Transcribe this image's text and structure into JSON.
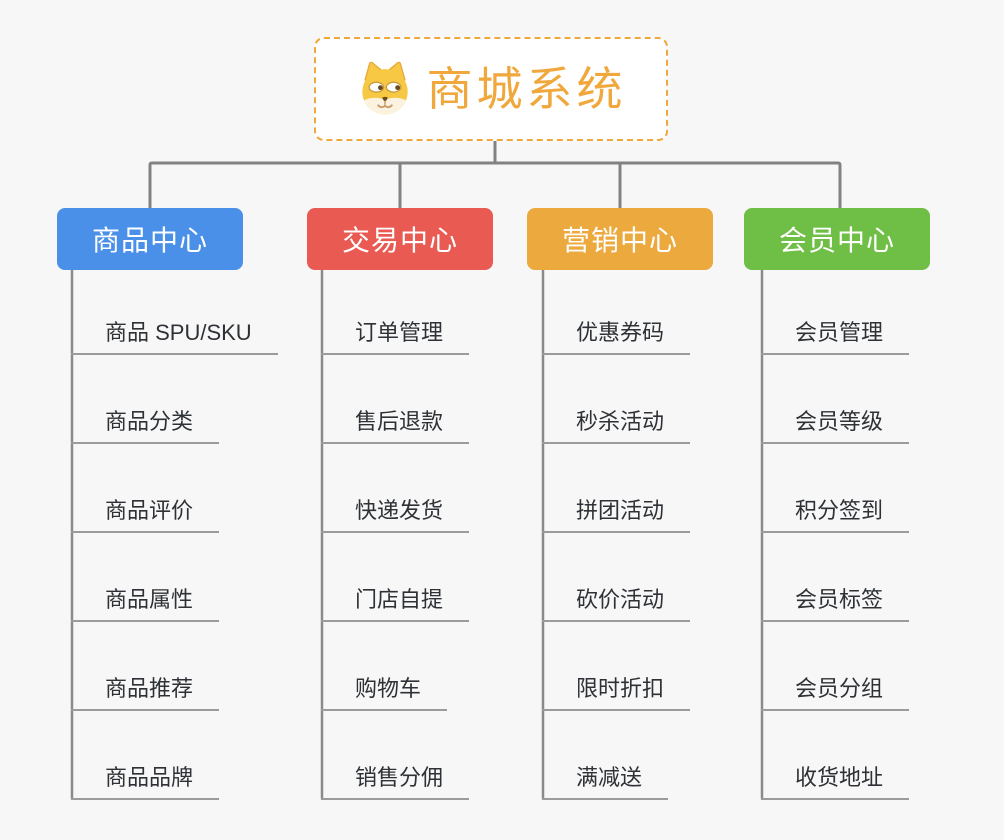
{
  "root": {
    "title": "商城系统",
    "icon": "dog-face-icon",
    "accent_color": "#f0a73c"
  },
  "connector_color": "#828282",
  "underline_color": "#9b9b9b",
  "branches": [
    {
      "label": "商品中心",
      "color": "#4a90e8",
      "children": [
        "商品 SPU/SKU",
        "商品分类",
        "商品评价",
        "商品属性",
        "商品推荐",
        "商品品牌"
      ]
    },
    {
      "label": "交易中心",
      "color": "#e95a52",
      "children": [
        "订单管理",
        "售后退款",
        "快递发货",
        "门店自提",
        "购物车",
        "销售分佣"
      ]
    },
    {
      "label": "营销中心",
      "color": "#eba93e",
      "children": [
        "优惠券码",
        "秒杀活动",
        "拼团活动",
        "砍价活动",
        "限时折扣",
        "满减送"
      ]
    },
    {
      "label": "会员中心",
      "color": "#6fbe46",
      "children": [
        "会员管理",
        "会员等级",
        "积分签到",
        "会员标签",
        "会员分组",
        "收货地址"
      ]
    }
  ]
}
